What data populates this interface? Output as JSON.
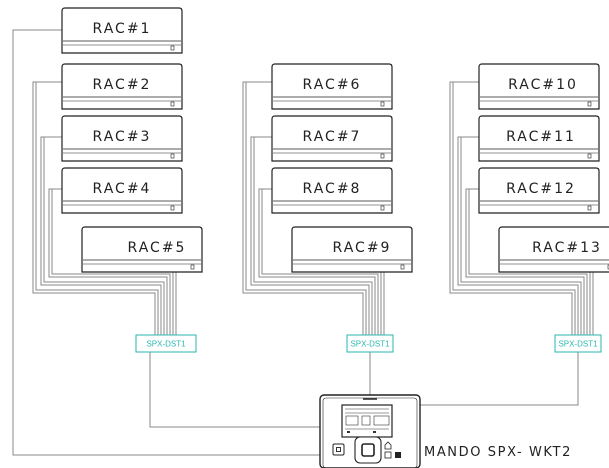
{
  "units": [
    {
      "id": "rac1",
      "label": "RAC#1"
    },
    {
      "id": "rac2",
      "label": "RAC#2"
    },
    {
      "id": "rac3",
      "label": "RAC#3"
    },
    {
      "id": "rac4",
      "label": "RAC#4"
    },
    {
      "id": "rac5",
      "label": "RAC#5"
    },
    {
      "id": "rac6",
      "label": "RAC#6"
    },
    {
      "id": "rac7",
      "label": "RAC#7"
    },
    {
      "id": "rac8",
      "label": "RAC#8"
    },
    {
      "id": "rac9",
      "label": "RAC#9"
    },
    {
      "id": "rac10",
      "label": "RAC#10"
    },
    {
      "id": "rac11",
      "label": "RAC#11"
    },
    {
      "id": "rac12",
      "label": "RAC#12"
    },
    {
      "id": "rac13",
      "label": "RAC#13"
    }
  ],
  "distributors": [
    {
      "id": "dst1",
      "label": "SPX-DST1"
    },
    {
      "id": "dst2",
      "label": "SPX-DST1"
    },
    {
      "id": "dst3",
      "label": "SPX-DST1"
    }
  ],
  "controller": {
    "label": "MANDO SPX- WKT2"
  },
  "colors": {
    "wire": "#8a8a8a",
    "distributor": "#2ab7b0",
    "outline": "#222222"
  }
}
